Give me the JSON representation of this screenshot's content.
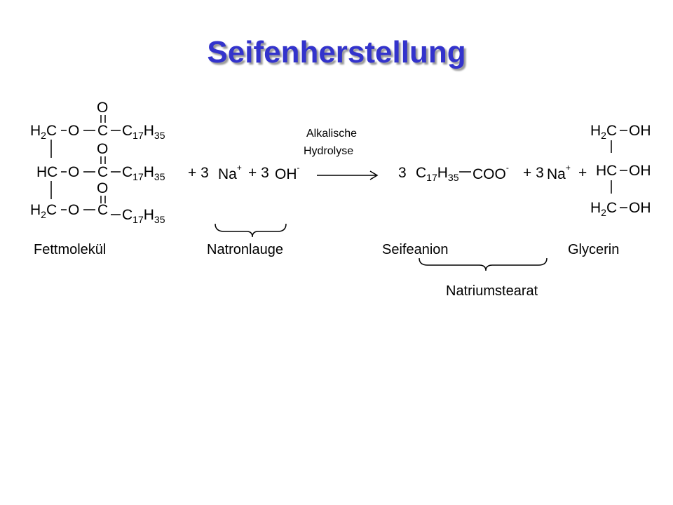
{
  "title": "Seifenherstellung",
  "reaction": {
    "fat": {
      "row1": {
        "left_h": "H",
        "left_sub": "2",
        "left_c": "C",
        "o": "O",
        "c": "C",
        "r_c": "C",
        "r_csub": "17",
        "r_h": "H",
        "r_hsub": "35",
        "carbonyl_o": "O"
      },
      "row2": {
        "left": "HC",
        "o": "O",
        "c": "C",
        "r_c": "C",
        "r_csub": "17",
        "r_h": "H",
        "r_hsub": "35",
        "carbonyl_o": "O"
      },
      "row3": {
        "left_h": "H",
        "left_sub": "2",
        "left_c": "C",
        "o": "O",
        "c": "C",
        "r_c": "C",
        "r_csub": "17",
        "r_h": "H",
        "r_hsub": "35",
        "carbonyl_o": "O"
      }
    },
    "reagent": {
      "plus1": "+ 3",
      "na": "Na",
      "na_charge": "+",
      "plus2": "+ 3",
      "oh": "OH",
      "oh_charge": "-"
    },
    "condition": {
      "line1": "Alkalische",
      "line2": "Hydrolyse"
    },
    "soap_anion": {
      "coef": "3",
      "c": "C",
      "csub": "17",
      "h": "H",
      "hsub": "35",
      "coo": "COO",
      "charge": "-"
    },
    "sodium": {
      "plus": "+ 3",
      "na": "Na",
      "charge": "+",
      "plus2": "+"
    },
    "glycerin": {
      "row1": {
        "h": "H",
        "sub": "2",
        "c": "C",
        "oh": "OH"
      },
      "row2": {
        "hc": "HC",
        "oh": "OH"
      },
      "row3": {
        "h": "H",
        "sub": "2",
        "c": "C",
        "oh": "OH"
      }
    }
  },
  "labels": {
    "fat": "Fettmolekül",
    "lye": "Natronlauge",
    "anion": "Seifeanion",
    "glycerin": "Glycerin",
    "stearate": "Natriumstearat"
  }
}
